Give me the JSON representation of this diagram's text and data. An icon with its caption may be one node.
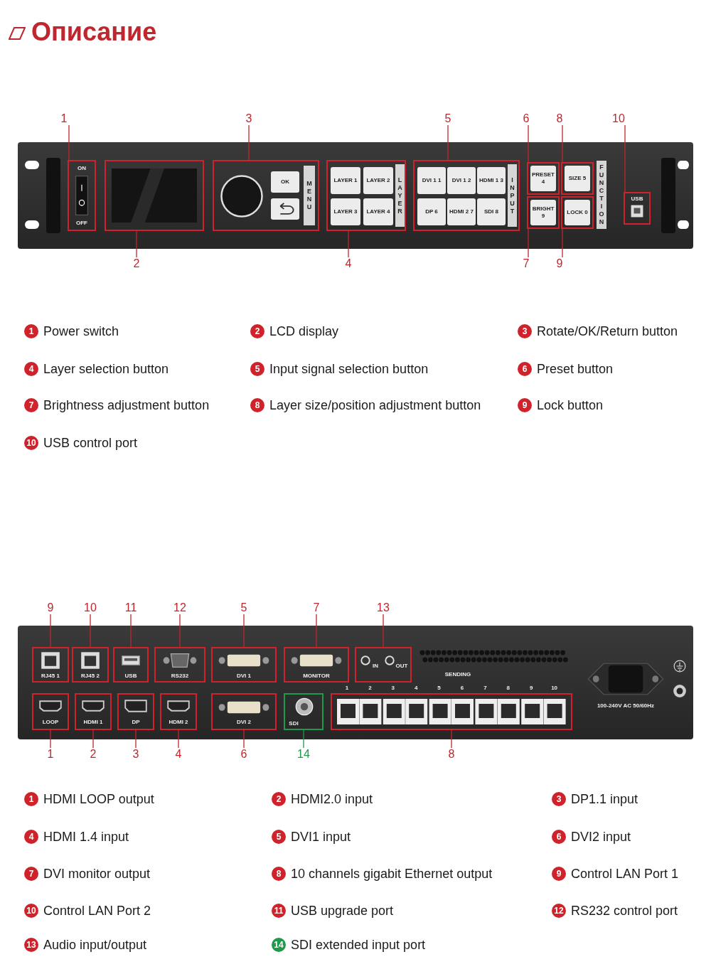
{
  "diagram": {
    "title": "Описание",
    "nodes": [
      {
        "text": [],
        "shape": "picture"
      },
      {
        "text": [
          "ON",
          "OFF"
        ],
        "in": 0
      },
      {
        "text": [],
        "shape": "box",
        "in": 0
      },
      {
        "text": [
          "OK",
          "MENU"
        ],
        "in": 0
      },
      {
        "text": [
          "LAYER 1",
          "LAYER 2",
          "LAYER 3",
          "LAYER 4",
          "LAYER"
        ],
        "in": 0
      },
      {
        "text": [
          "DVI 1 1",
          "DVI 1 2",
          "HDMI 1 3",
          "DP 6",
          "HDMI 2 7",
          "SDI 8",
          "INPUT"
        ],
        "in": 0
      },
      {
        "text": [
          "PRESET 4"
        ],
        "in": 0
      },
      {
        "text": [
          "SIZE 5"
        ],
        "in": 0
      },
      {
        "text": [
          "BRIGHT 9"
        ],
        "in": 0
      },
      {
        "text": [
          "LOCK 0"
        ],
        "in": 0
      },
      {
        "text": [
          "USB"
        ],
        "in": 0
      },
      {
        "text": [
          "1"
        ]
      },
      {
        "text": [
          "3"
        ]
      },
      {
        "text": [
          "5"
        ]
      },
      {
        "text": [
          "6"
        ]
      },
      {
        "text": [
          "8"
        ]
      },
      {
        "text": [
          "10"
        ]
      },
      {
        "text": [
          "2"
        ]
      },
      {
        "text": [
          "4"
        ]
      },
      {
        "text": [
          "7"
        ]
      },
      {
        "text": [
          "9"
        ]
      },
      {
        "text": [],
        "shape": "picture"
      },
      {
        "text": [
          "RJ45 1"
        ],
        "in": 21
      },
      {
        "text": [
          "RJ45 2"
        ],
        "in": 21
      },
      {
        "text": [
          "USB"
        ],
        "in": 21
      },
      {
        "text": [
          "RS232"
        ],
        "in": 21
      },
      {
        "text": [
          "DVI 1"
        ],
        "in": 21
      },
      {
        "text": [
          "MONITOR"
        ],
        "in": 21
      },
      {
        "text": [
          "IN",
          "OUT"
        ],
        "in": 21
      },
      {
        "text": [
          "LOOP"
        ],
        "in": 21
      },
      {
        "text": [
          "HDMI 1"
        ],
        "in": 21
      },
      {
        "text": [
          "DP"
        ],
        "in": 21
      },
      {
        "text": [
          "HDMI 2"
        ],
        "in": 21
      },
      {
        "text": [
          "DVI 2"
        ],
        "in": 21
      },
      {
        "text": [
          "SDI"
        ],
        "in": 21
      },
      {
        "text": [],
        "shape": "box",
        "in": 21,
        "beside": [
          "1",
          "2",
          "3",
          "4",
          "5",
          "6",
          "7",
          "8",
          "9",
          "10"
        ]
      },
      {
        "text": [
          "9"
        ]
      },
      {
        "text": [
          "10"
        ]
      },
      {
        "text": [
          "11"
        ]
      },
      {
        "text": [
          "12"
        ]
      },
      {
        "text": [
          "5"
        ]
      },
      {
        "text": [
          "7"
        ]
      },
      {
        "text": [
          "13"
        ]
      },
      {
        "text": [
          "1"
        ]
      },
      {
        "text": [
          "2"
        ]
      },
      {
        "text": [
          "3"
        ]
      },
      {
        "text": [
          "4"
        ]
      },
      {
        "text": [
          "6"
        ]
      },
      {
        "text": [
          "14"
        ]
      },
      {
        "text": [
          "8"
        ]
      },
      {
        "text": [
          "1"
        ],
        "beside": [
          "Power switch"
        ]
      },
      {
        "text": [
          "2"
        ],
        "beside": [
          "LCD display"
        ]
      },
      {
        "text": [
          "3"
        ],
        "beside": [
          "Rotate/OK/Return button"
        ]
      },
      {
        "text": [
          "4"
        ],
        "beside": [
          "Layer selection button"
        ]
      },
      {
        "text": [
          "5"
        ],
        "beside": [
          "Input signal selection button"
        ]
      },
      {
        "text": [
          "6"
        ],
        "beside": [
          "Preset button"
        ]
      },
      {
        "text": [
          "7"
        ],
        "beside": [
          "Brightness adjustment button"
        ]
      },
      {
        "text": [
          "8"
        ],
        "beside": [
          "Layer size/position adjustment button"
        ]
      },
      {
        "text": [
          "9"
        ],
        "beside": [
          "Lock button"
        ]
      },
      {
        "text": [
          "10"
        ],
        "beside": [
          "USB control port"
        ]
      },
      {
        "text": [
          "1"
        ],
        "beside": [
          "HDMI LOOP output"
        ]
      },
      {
        "text": [
          "2"
        ],
        "beside": [
          "HDMI2.0 input"
        ]
      },
      {
        "text": [
          "3"
        ],
        "beside": [
          "DP1.1 input"
        ]
      },
      {
        "text": [
          "4"
        ],
        "beside": [
          "HDMI 1.4 input"
        ]
      },
      {
        "text": [
          "5"
        ],
        "beside": [
          "DVI1 input"
        ]
      },
      {
        "text": [
          "6"
        ],
        "beside": [
          "DVI2 input"
        ]
      },
      {
        "text": [
          "7"
        ],
        "beside": [
          "DVI monitor output"
        ]
      },
      {
        "text": [
          "8"
        ],
        "beside": [
          "10 channels gigabit Ethernet output"
        ]
      },
      {
        "text": [
          "9"
        ],
        "beside": [
          "Control LAN Port 1"
        ]
      },
      {
        "text": [
          "10"
        ],
        "beside": [
          "Control LAN Port 2"
        ]
      },
      {
        "text": [
          "11"
        ],
        "beside": [
          "USB upgrade port"
        ]
      },
      {
        "text": [
          "12"
        ],
        "beside": [
          "RS232 control port"
        ]
      },
      {
        "text": [
          "13"
        ],
        "beside": [
          "Audio input/output"
        ]
      },
      {
        "text": [
          "14"
        ],
        "beside": [
          "SDI extended input port"
        ]
      }
    ],
    "edges": [
      {
        "from": 11,
        "to": 1,
        "arrow": "none"
      },
      {
        "from": 12,
        "to": 3,
        "arrow": "none"
      },
      {
        "from": 13,
        "to": 5,
        "arrow": "none"
      },
      {
        "from": 14,
        "to": 6,
        "arrow": "none"
      },
      {
        "from": 15,
        "to": 7,
        "arrow": "none"
      },
      {
        "from": 16,
        "to": 10,
        "arrow": "none"
      },
      {
        "from": 17,
        "to": 2,
        "arrow": "none"
      },
      {
        "from": 18,
        "to": 4,
        "arrow": "none"
      },
      {
        "from": 19,
        "to": 8,
        "arrow": "none"
      },
      {
        "from": 20,
        "to": 9,
        "arrow": "none"
      },
      {
        "from": 36,
        "to": 22,
        "arrow": "none"
      },
      {
        "from": 37,
        "to": 23,
        "arrow": "none"
      },
      {
        "from": 38,
        "to": 24,
        "arrow": "none"
      },
      {
        "from": 39,
        "to": 25,
        "arrow": "none"
      },
      {
        "from": 40,
        "to": 26,
        "arrow": "none"
      },
      {
        "from": 41,
        "to": 27,
        "arrow": "none"
      },
      {
        "from": 42,
        "to": 28,
        "arrow": "none"
      },
      {
        "from": 43,
        "to": 29,
        "arrow": "none"
      },
      {
        "from": 44,
        "to": 30,
        "arrow": "none"
      },
      {
        "from": 45,
        "to": 31,
        "arrow": "none"
      },
      {
        "from": 46,
        "to": 32,
        "arrow": "none"
      },
      {
        "from": 47,
        "to": 33,
        "arrow": "none"
      },
      {
        "from": 48,
        "to": 34,
        "arrow": "none",
        "color": "#1e9a4b"
      },
      {
        "from": 49,
        "to": 35,
        "arrow": "none"
      }
    ],
    "labels": [
      "FUNCTION",
      "SENDING",
      "100-240V AC 50/60Hz"
    ]
  }
}
